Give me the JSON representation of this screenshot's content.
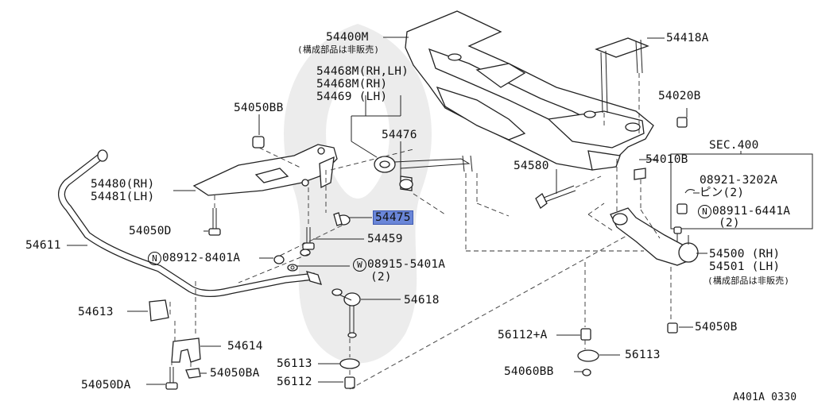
{
  "diagram_id": "A401A 0330",
  "parts": {
    "subframe": "54400M",
    "subframe_note": "(構成部品は非販売)",
    "mount_bracket": "54418A",
    "insulator_top": "54468M(RH,LH)",
    "insulator_mid": "54468M(RH)",
    "insulator_lh": "54469 (LH)",
    "bushing": "54476",
    "nut_bb": "54050BB",
    "bracket_rh": "54480(RH)",
    "bracket_lh": "54481(LH)",
    "bolt_d": "54050D",
    "clamp": "54475",
    "bolt_59": "54459",
    "nut_08912": "08912-8401A",
    "washer_08915": "08915-5401A",
    "washer_qty": "(2)",
    "stabilizer": "54611",
    "bushing_613": "54613",
    "bracket_614": "54614",
    "nut_ba": "54050BA",
    "bolt_da": "54050DA",
    "link_618": "54618",
    "rubber_113": "56113",
    "bush_112": "56112",
    "bolt_580": "54580",
    "nut_020b": "54020B",
    "bolt_010b": "54010B",
    "sec": "SEC.400",
    "pin_code": "08921-3202A",
    "pin_name": "ピン(2)",
    "nut_code": "08911-6441A",
    "nut_qty": "(2)",
    "arm_rh": "54500 (RH)",
    "arm_lh": "54501 (LH)",
    "arm_note": "(構成部品は非販売)",
    "bush_112a": "56112+A",
    "rubber_113b": "56113",
    "nut_060bb": "54060BB",
    "nut_050b": "54050B",
    "mark_n": "N",
    "mark_w": "W"
  },
  "highlight_color": "#6a86d8"
}
